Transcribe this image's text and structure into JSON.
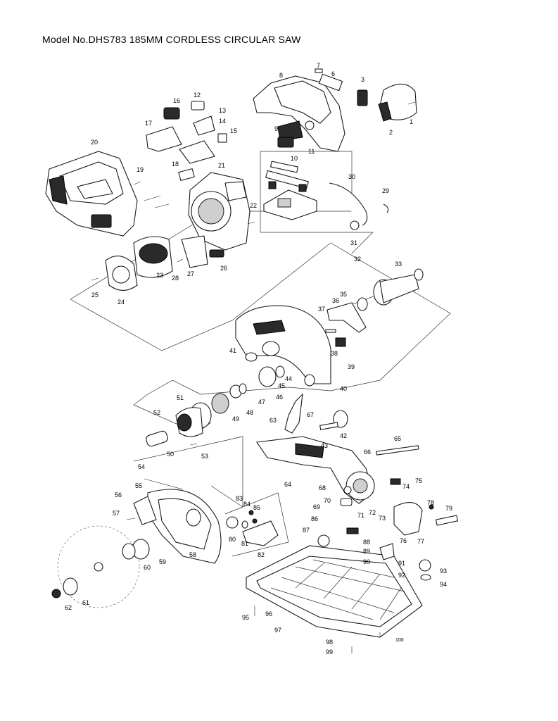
{
  "title": "Model No.DHS783 185MM CORDLESS CIRCULAR SAW",
  "labels": [
    "1",
    "2",
    "3",
    "6",
    "7",
    "8",
    "9",
    "10",
    "11",
    "12",
    "13",
    "14",
    "15",
    "16",
    "17",
    "18",
    "19",
    "20",
    "21",
    "22",
    "23",
    "24",
    "25",
    "26",
    "27",
    "28",
    "29",
    "30",
    "31",
    "32",
    "33",
    "35",
    "36",
    "37",
    "38",
    "39",
    "40",
    "41",
    "42",
    "43",
    "44",
    "45",
    "46",
    "47",
    "48",
    "49",
    "50",
    "51",
    "52",
    "53",
    "54",
    "55",
    "56",
    "57",
    "58",
    "59",
    "60",
    "61",
    "62",
    "63",
    "64",
    "65",
    "66",
    "67",
    "68",
    "69",
    "70",
    "71",
    "72",
    "73",
    "74",
    "75",
    "76",
    "77",
    "78",
    "79",
    "80",
    "81",
    "82",
    "83",
    "84",
    "85",
    "86",
    "87",
    "88",
    "89",
    "90",
    "91",
    "92",
    "93",
    "94",
    "95",
    "96",
    "97",
    "98",
    "99",
    "100"
  ]
}
